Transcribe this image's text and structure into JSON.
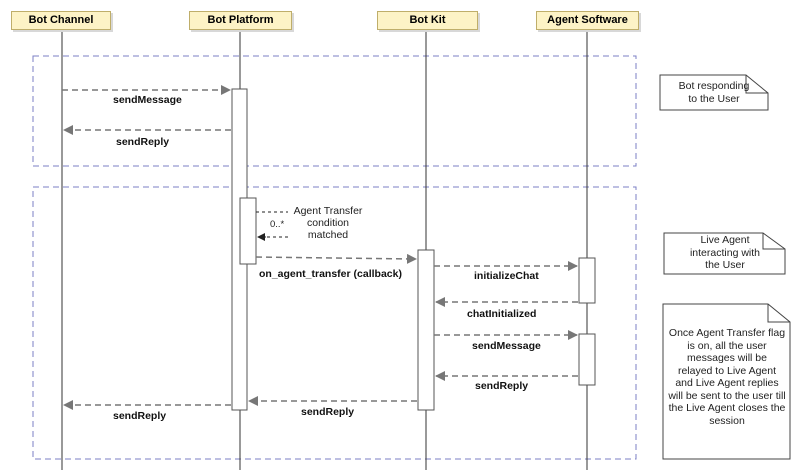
{
  "participants": {
    "bot_channel": "Bot Channel",
    "bot_platform": "Bot Platform",
    "bot_kit": "Bot Kit",
    "agent_software": "Agent Software"
  },
  "messages": {
    "m1": "sendMessage",
    "m2": "sendReply",
    "m3": "on_agent_transfer  (callback)",
    "m4": "initializeChat",
    "m5": "chatInitialized",
    "m6": "sendMessage",
    "m7": "sendReply",
    "m8": "sendReply",
    "m9": "sendReply"
  },
  "self_call": {
    "line1": "Agent Transfer",
    "line2": "condition",
    "line3": "matched",
    "multiplicity": "0..*"
  },
  "notes": {
    "n1": [
      "Bot responding",
      "to the User"
    ],
    "n2": [
      "Live Agent",
      "interacting with",
      "the User"
    ],
    "n3": [
      "Once Agent Transfer flag",
      "is on, all the user",
      "messages will be",
      "relayed to Live Agent",
      "and Live Agent replies",
      "will be sent to the user till",
      "the Live Agent closes the",
      "session"
    ]
  },
  "colors": {
    "participant_fill": "#fdf3c6",
    "fragment_border": "#7b7fc4",
    "arrow": "#666666"
  }
}
